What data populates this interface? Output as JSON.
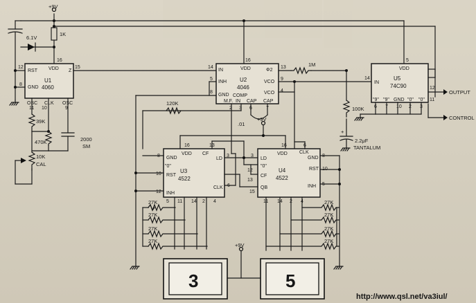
{
  "supply": {
    "top": "+9V",
    "mid": "+9V",
    "bottom": "+9V"
  },
  "chips": {
    "u1": {
      "ref": "U1",
      "part": "4060",
      "pins": {
        "vdd": "VDD",
        "rst": "RST",
        "gnd": "GND",
        "osc1": "OSC",
        "clk": "CLK",
        "osc2": "OSC",
        "z": "Z"
      },
      "pin_nums": {
        "p16": "16",
        "p12": "12",
        "p8": "8",
        "p11": "11",
        "p10": "10",
        "p9": "9",
        "p15": "15"
      }
    },
    "u2": {
      "ref": "U2",
      "part": "4046",
      "pins": {
        "vdd": "VDD",
        "in": "IN",
        "inh": "INH",
        "gnd": "GND",
        "mf": "M.F.",
        "comp": "COMP",
        "in2": "IN",
        "cap1": "CAP",
        "cap2": "CAP",
        "phi": "Φ2",
        "vco1": "VCO",
        "vco2": "VCO"
      },
      "pin_nums": {
        "p16": "16",
        "p14": "14",
        "p5": "5",
        "p8": "8",
        "p13": "13",
        "p9": "9",
        "p4": "4",
        "p2": "2",
        "p3": "3",
        "p6": "6",
        "p7": "7"
      }
    },
    "u3": {
      "ref": "U3",
      "part": "4522",
      "pins": {
        "vdd": "VDD",
        "cf": "CF",
        "gnd": "GND",
        "ld": "LD",
        "rst": "RST",
        "zero": "\"0\"",
        "inh": "INH",
        "clk": "CLK"
      },
      "pin_nums": {
        "p16": "16",
        "p13": "13",
        "p8": "8",
        "p10": "10",
        "p12": "12",
        "p3": "3",
        "p5": "5",
        "p6": "6",
        "p11": "11",
        "p14": "14",
        "p2": "2",
        "p4": "4"
      }
    },
    "u4": {
      "ref": "U4",
      "part": "4522",
      "pins": {
        "vdd": "VDD",
        "clk": "CLK",
        "gnd": "GND",
        "rst": "RST",
        "ld": "LD",
        "zero": "\"0\"",
        "cf": "CF",
        "qb": "QB",
        "inh": "INH"
      },
      "pin_nums": {
        "p16": "16",
        "p6": "6",
        "p8": "8",
        "p10": "10",
        "p3": "3",
        "p12": "12",
        "p13": "13",
        "p15": "15",
        "p5": "5",
        "p11": "11",
        "p14": "14",
        "p2": "2",
        "p4": "4"
      }
    },
    "u5": {
      "ref": "U5",
      "part": "74C90",
      "pins": {
        "in": "IN",
        "vdd": "VDD",
        "r9a": "\"9\"",
        "r9b": "\"9\"",
        "gnd": "GND",
        "r0a": "\"0\"",
        "r0b": "\"0\""
      },
      "pin_nums": {
        "p14": "14",
        "p5": "5",
        "p12": "12",
        "p11": "11",
        "p6": "6",
        "p7": "7",
        "p10": "10",
        "p2": "2",
        "p3": "3"
      }
    }
  },
  "components": {
    "zener": "6.1V",
    "r_1k": "1K",
    "r_39k": "39K",
    "r_470k": "470K",
    "pot": "10K",
    "pot_label": "CAL",
    "cap_2000": "2000",
    "cap_sm": "SM",
    "r_120k": "120K",
    "r_1m": "1M",
    "r_100k": "100K",
    "cap_01": ".01",
    "cap_tant": "2.2μF",
    "cap_tant_label": "TANTALUM",
    "cap_plus": "+",
    "r_27k": "27K"
  },
  "outputs": {
    "output": "OUTPUT",
    "control": "CONTROL"
  },
  "displays": [
    "3",
    "5"
  ],
  "watermark": "http://www.qsl.net/va3iul/"
}
